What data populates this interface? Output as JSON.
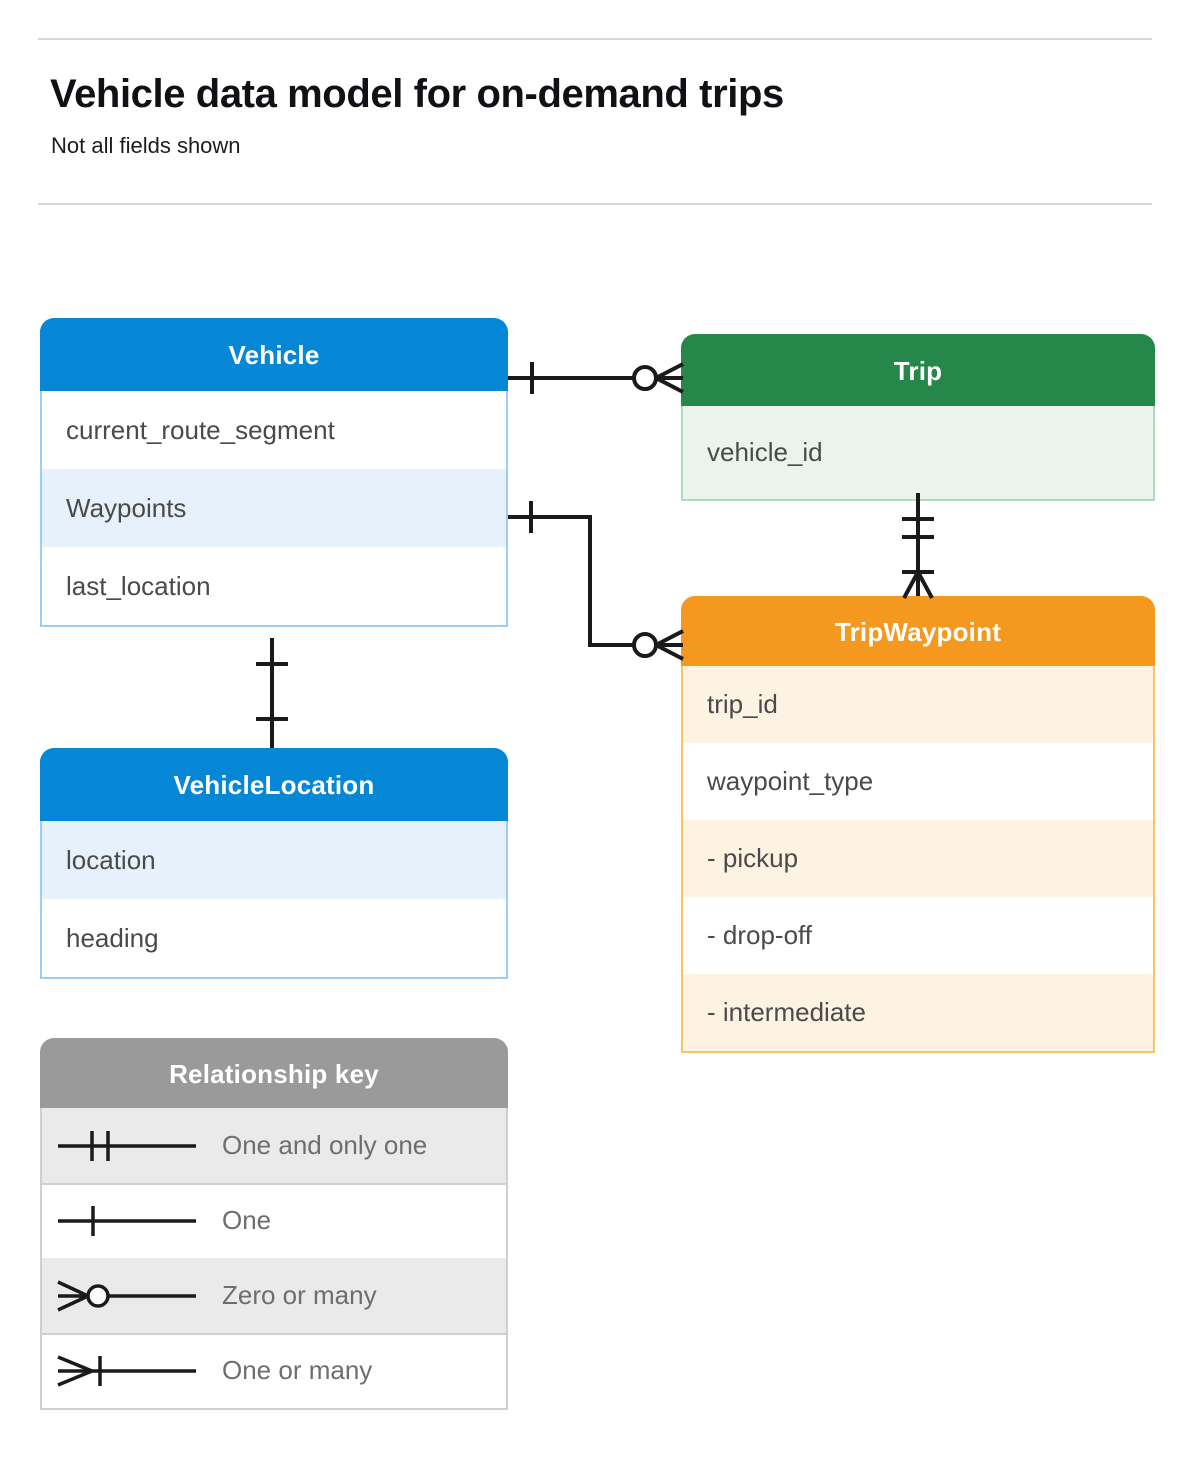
{
  "header": {
    "title": "Vehicle data model for on-demand trips",
    "subtitle": "Not all fields shown"
  },
  "entities": {
    "vehicle": {
      "name": "Vehicle",
      "color": "#0587d6",
      "fields": [
        "current_route_segment",
        "Waypoints",
        "last_location"
      ]
    },
    "vehicle_location": {
      "name": "VehicleLocation",
      "color": "#0587d6",
      "fields": [
        "location",
        "heading"
      ]
    },
    "trip": {
      "name": "Trip",
      "color": "#25874a",
      "fields": [
        "vehicle_id"
      ]
    },
    "trip_waypoint": {
      "name": "TripWaypoint",
      "color": "#f4981f",
      "fields": [
        "trip_id",
        "waypoint_type",
        "-  pickup",
        "-  drop-off",
        "-  intermediate"
      ]
    }
  },
  "legend": {
    "title": "Relationship key",
    "color": "#9a9a9a",
    "items": [
      {
        "symbol": "one-and-only-one",
        "label": "One and only one"
      },
      {
        "symbol": "one",
        "label": "One"
      },
      {
        "symbol": "zero-or-many",
        "label": "Zero or many"
      },
      {
        "symbol": "one-or-many",
        "label": "One or many"
      }
    ]
  },
  "relationships": [
    {
      "from": "Vehicle",
      "to": "Trip",
      "from_cardinality": "One",
      "to_cardinality": "Zero or many"
    },
    {
      "from": "Vehicle.Waypoints",
      "to": "TripWaypoint",
      "from_cardinality": "One",
      "to_cardinality": "Zero or many"
    },
    {
      "from": "Trip",
      "to": "TripWaypoint",
      "from_cardinality": "One and only one",
      "to_cardinality": "One or many"
    },
    {
      "from": "Vehicle",
      "to": "VehicleLocation",
      "from_cardinality": "One",
      "to_cardinality": "One"
    }
  ]
}
